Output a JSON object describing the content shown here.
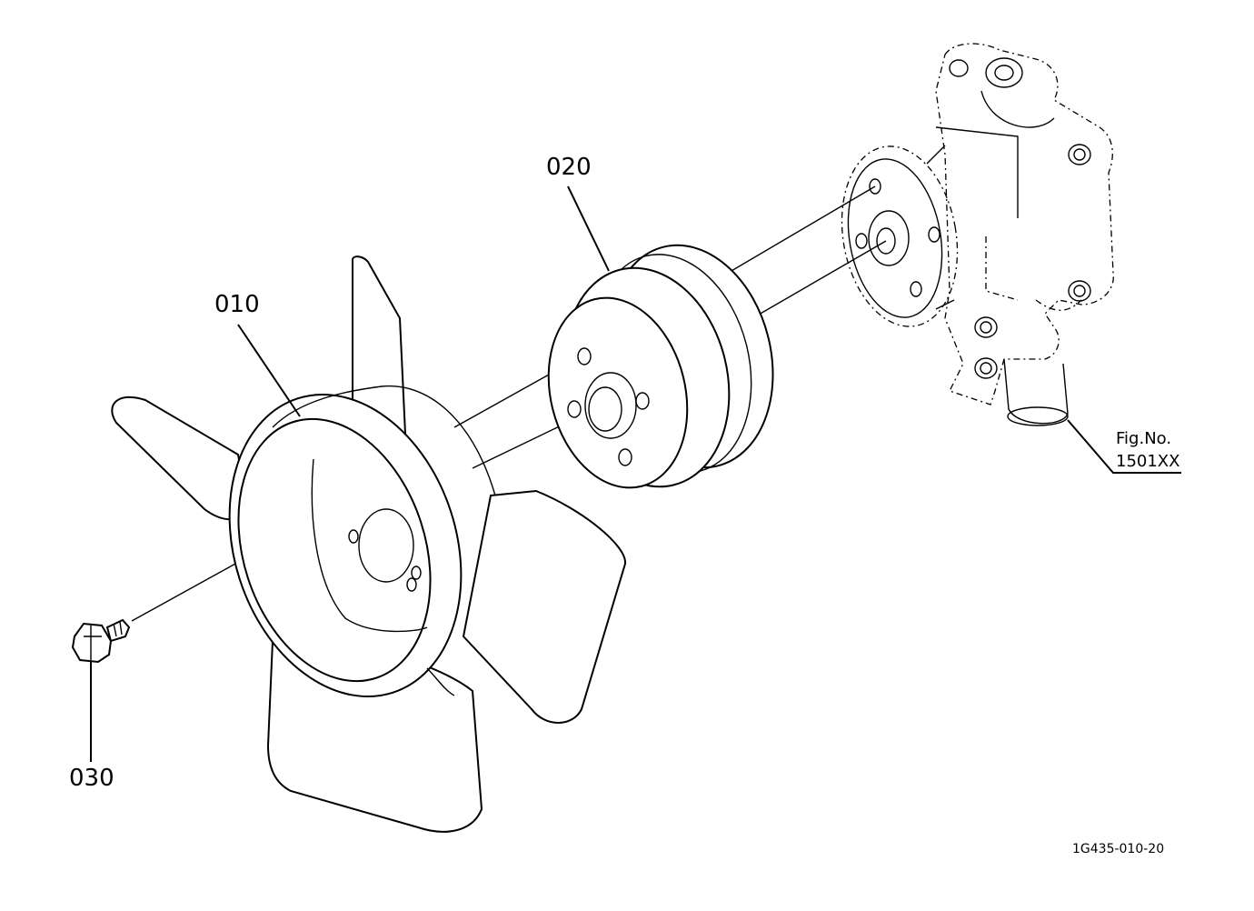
{
  "diagram": {
    "callouts": {
      "fan": "010",
      "pulley": "020",
      "bolt": "030"
    },
    "figure_reference": {
      "line1": "Fig.No.",
      "line2": "1501XX"
    },
    "drawing_code": "1G435-010-20"
  }
}
